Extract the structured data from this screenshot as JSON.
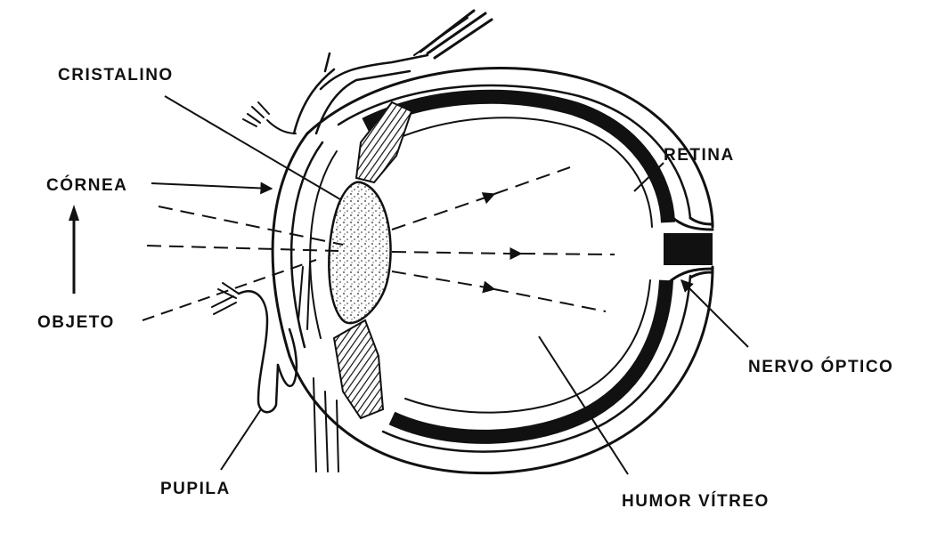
{
  "labels": {
    "cristalino": "CRISTALINO",
    "cornea": "CÓRNEA",
    "objeto": "OBJETO",
    "pupila": "PUPILA",
    "retina": "RETINA",
    "nervo_optico": "NERVO ÓPTICO",
    "humor_vitreo": "HUMOR VÍTREO"
  },
  "colors": {
    "ink": "#111111",
    "background": "#ffffff"
  }
}
